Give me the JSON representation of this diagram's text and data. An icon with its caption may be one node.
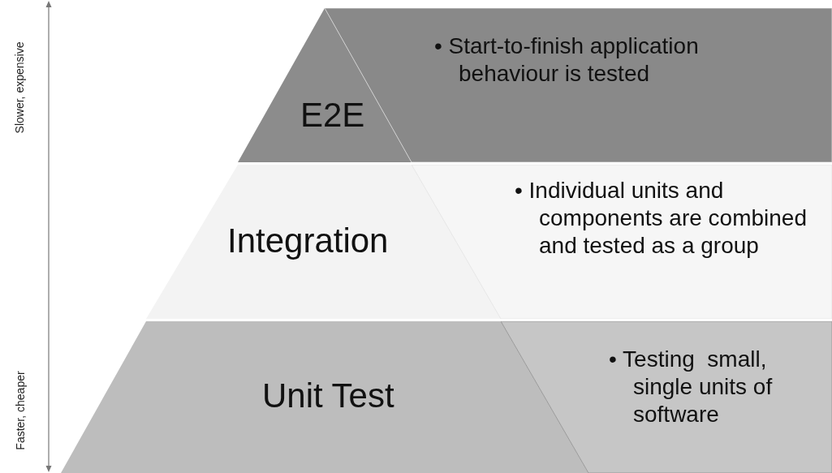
{
  "diagram": {
    "nodes": [
      {
        "text": [
          "E2E"
        ]
      },
      {
        "text": [
          "• Start-to-finish application behaviour is tested"
        ]
      },
      {
        "text": [
          "Integration"
        ]
      },
      {
        "text": [
          "• Individual units and components are combined and tested as a group"
        ]
      },
      {
        "text": [
          "Unit Test"
        ]
      },
      {
        "text": [
          "• Testing  small, single units of software"
        ]
      }
    ],
    "labels": [
      "Slower, expensive",
      "Faster, cheaper"
    ]
  }
}
